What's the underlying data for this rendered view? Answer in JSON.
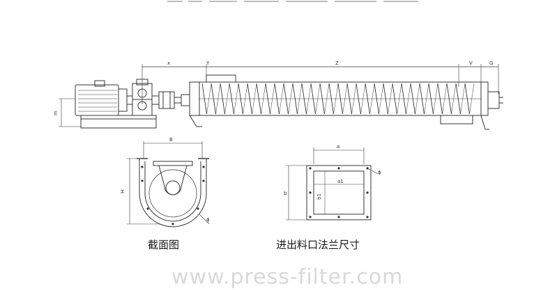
{
  "drawing": {
    "side_view": {
      "dims": {
        "x": "x",
        "y": "Y",
        "z": "Z",
        "v": "V",
        "g": "G"
      },
      "motor_height": "m"
    },
    "section_view": {
      "caption": "截面图",
      "dims": {
        "b": "B",
        "h": "H",
        "phi": "ϕ"
      }
    },
    "flange_view": {
      "caption": "进出料口法兰尺寸",
      "dims": {
        "a": "a",
        "a1": "a1",
        "b": "b",
        "b1": "b1",
        "phi": "ϕ"
      }
    }
  },
  "watermark": "www.press-filter.com"
}
